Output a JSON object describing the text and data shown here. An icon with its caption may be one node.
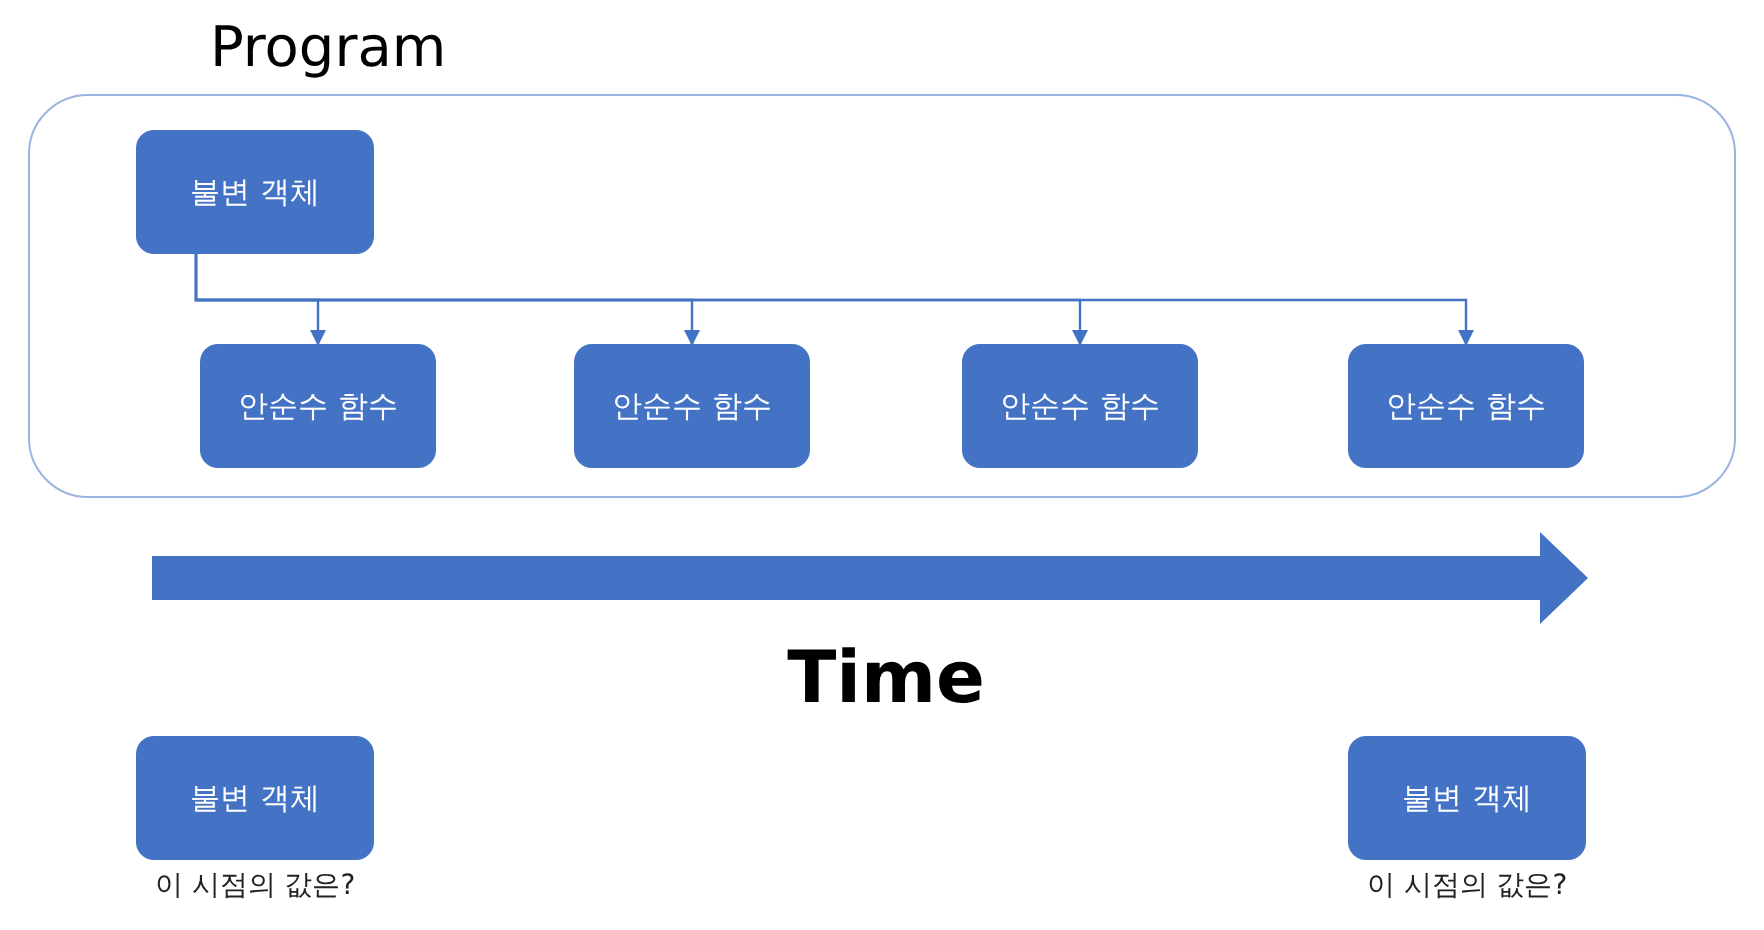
{
  "diagram": {
    "nodes": [
      {
        "text": [
          "Program"
        ]
      },
      {
        "text": [
          "불변 객체"
        ],
        "in": 0
      },
      {
        "text": [
          "안순수 함수"
        ],
        "in": 0
      },
      {
        "text": [
          "안순수 함수"
        ],
        "in": 0
      },
      {
        "text": [
          "안순수 함수"
        ],
        "in": 0
      },
      {
        "text": [
          "안순수 함수"
        ],
        "in": 0
      },
      {
        "text": [
          "불변 객체"
        ],
        "beside": [
          "이 시점의 값은?"
        ]
      },
      {
        "text": [
          "불변 객체"
        ],
        "beside": [
          "이 시점의 값은?"
        ]
      }
    ],
    "edges": [
      {
        "from": 1,
        "to": 2,
        "arrow": "to"
      },
      {
        "from": 1,
        "to": 3,
        "arrow": "to"
      },
      {
        "from": 1,
        "to": 4,
        "arrow": "to"
      },
      {
        "from": 1,
        "to": 5,
        "arrow": "to"
      }
    ],
    "labels": [
      "Time"
    ]
  }
}
